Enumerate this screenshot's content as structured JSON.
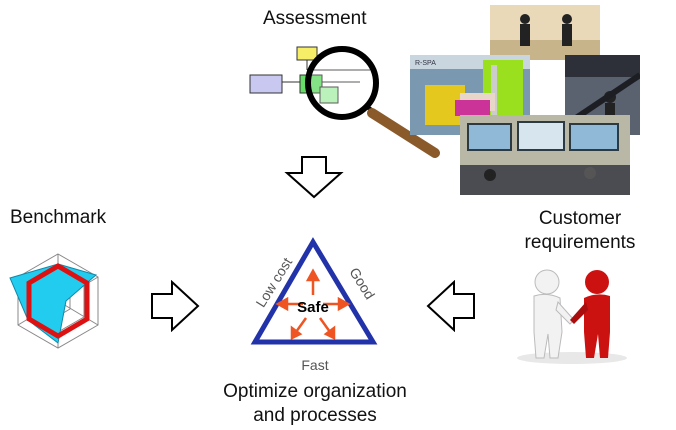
{
  "assessment": {
    "label": "Assessment"
  },
  "benchmark": {
    "label": "Benchmark"
  },
  "customer": {
    "line1": "Customer",
    "line2": "requirements"
  },
  "triangle": {
    "left": "Low cost",
    "right": "Good",
    "bottom": "Fast",
    "center": "Safe"
  },
  "optimize": {
    "line1": "Optimize organization",
    "line2": "and processes"
  },
  "colors": {
    "triangle": "#2233aa",
    "arrows": "#ee5522",
    "radar_outline": "#dd1111",
    "radar_fill": "#22ccee",
    "figure_red": "#cc1111"
  }
}
